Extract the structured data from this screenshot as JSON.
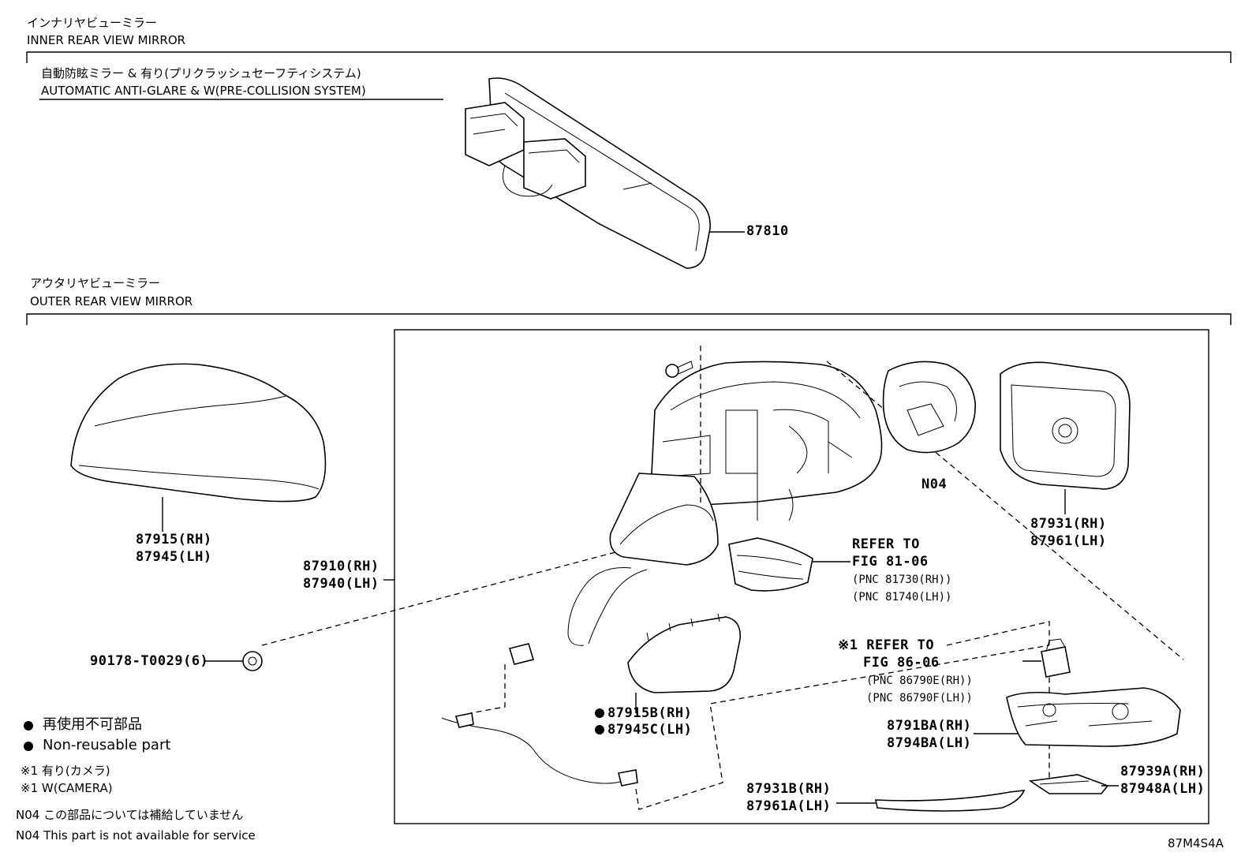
{
  "inner_section": {
    "title_jp": "インナリヤビューミラー",
    "title_en": "INNER REAR VIEW MIRROR",
    "variant_jp": "自動防眩ミラー & 有り(プリクラッシュセーフティシステム)",
    "variant_en": "AUTOMATIC ANTI-GLARE & W(PRE-COLLISION SYSTEM)",
    "part_inner_mirror": "87810"
  },
  "outer_section": {
    "title_jp": "アウタリヤビューミラー",
    "title_en": "OUTER REAR VIEW MIRROR",
    "cover": {
      "rh": "87915(RH)",
      "lh": "87945(LH)"
    },
    "assembly": {
      "rh": "87910(RH)",
      "lh": "87940(LH)"
    },
    "clip": "90178-T0029(6)",
    "n04": "N04",
    "mirror_glass": {
      "rh": "87931(RH)",
      "lh": "87961(LH)"
    },
    "refer_signal": {
      "l1": "REFER TO",
      "l2": "FIG 81-06",
      "l3": "(PNC 81730(RH))",
      "l4": "(PNC 81740(LH))"
    },
    "refer_camera": {
      "l1": "※1 REFER TO",
      "l2": "FIG 86-06",
      "l3": "(PNC 86790E(RH))",
      "l4": "(PNC 86790F(LH))"
    },
    "lower_cover": {
      "rh": "87915B(RH)",
      "lh": "87945C(LH)"
    },
    "bracket": {
      "rh": "8791BA(RH)",
      "lh": "8794BA(LH)"
    },
    "lamp_small": {
      "rh": "87939A(RH)",
      "lh": "87948A(LH)"
    },
    "trim_strip": {
      "rh": "87931B(RH)",
      "lh": "87961A(LH)"
    }
  },
  "legend": {
    "nonreusable_jp": "再使用不可部品",
    "nonreusable_en": "Non-reusable part",
    "note1_jp": "※1 有り(カメラ)",
    "note1_en": "※1 W(CAMERA)",
    "n04_jp": "N04 この部品については補給していません",
    "n04_en": "N04 This part is not available for service"
  },
  "figure_code": "87M4S4A"
}
